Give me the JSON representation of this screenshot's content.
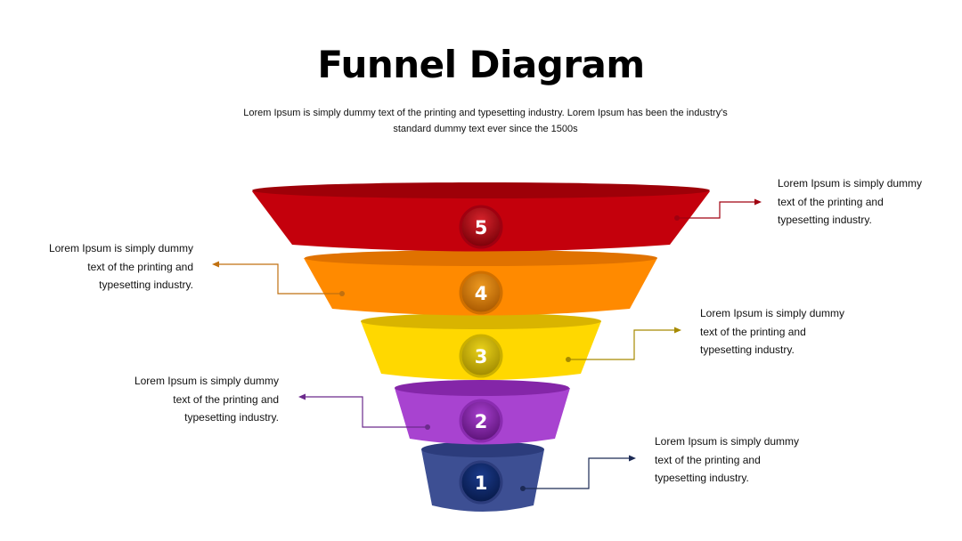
{
  "header": {
    "title": "Funnel Diagram",
    "subtitle": "Lorem Ipsum is simply dummy text of the printing and typesetting industry. Lorem Ipsum has been the industry's standard dummy text ever since the 1500s"
  },
  "funnel": {
    "stages": [
      {
        "number": "5",
        "color": "#c4000c",
        "description": "Lorem Ipsum is simply dummy text of the printing and typesetting industry."
      },
      {
        "number": "4",
        "color": "#ff8a00",
        "description": "Lorem Ipsum is simply dummy text of the printing and typesetting industry."
      },
      {
        "number": "3",
        "color": "#ffd800",
        "description": "Lorem Ipsum is simply dummy text of the printing and typesetting industry."
      },
      {
        "number": "2",
        "color": "#a843d0",
        "description": "Lorem Ipsum is simply dummy text of the printing and typesetting industry."
      },
      {
        "number": "1",
        "color": "#3d4f93",
        "description": "Lorem Ipsum is simply dummy text of the printing and typesetting industry."
      }
    ]
  }
}
